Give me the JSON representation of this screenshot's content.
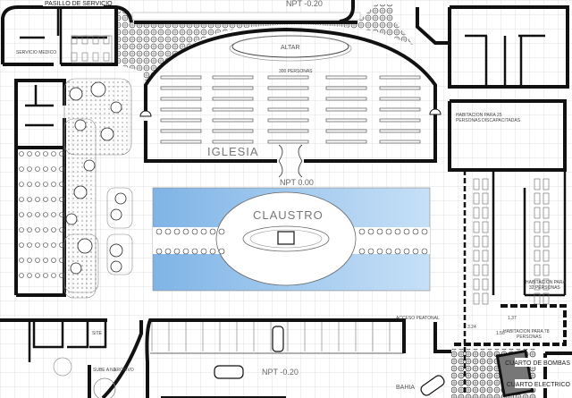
{
  "plan": {
    "labels": {
      "service_corridor": "PASILLO DE SERVICIO",
      "medical_service": "SERVICIO MEDICO",
      "npt_top": "NPT -0.20",
      "altar": "ALTAR",
      "church_capacity": "300 PERSONAS",
      "church": "IGLESIA",
      "npt_center": "NPT 0.00",
      "cloister": "CLAUSTRO",
      "room_25_line1": "HABITACION PARA 25",
      "room_25_line2": "PERSONAS DISCAPACITADAS",
      "room_32_line1": "HABITACION PARA",
      "room_32_line2": "32 PERSONAS",
      "room_78_line1": "HABITACION PARA 78",
      "room_78_line2": "PERSONAS",
      "pedestrian_access": "ACCESO PEATONAL",
      "npt_bottom": "NPT -0.20",
      "bay": "BAHIA",
      "pump_room": "CUARTO DE BOMBAS",
      "electric_room": "CUARTO ELECTRICO",
      "site": "SITE",
      "stairs_up": "SUBE A N1",
      "archive": "ARCHIVO",
      "dim_1": "1.37",
      "dim_2": "1.50",
      "dim_3": "3.24"
    },
    "colors": {
      "cloister_water": "#9cc8f0",
      "grid": "#d6d6d6",
      "wall": "#111111"
    }
  }
}
